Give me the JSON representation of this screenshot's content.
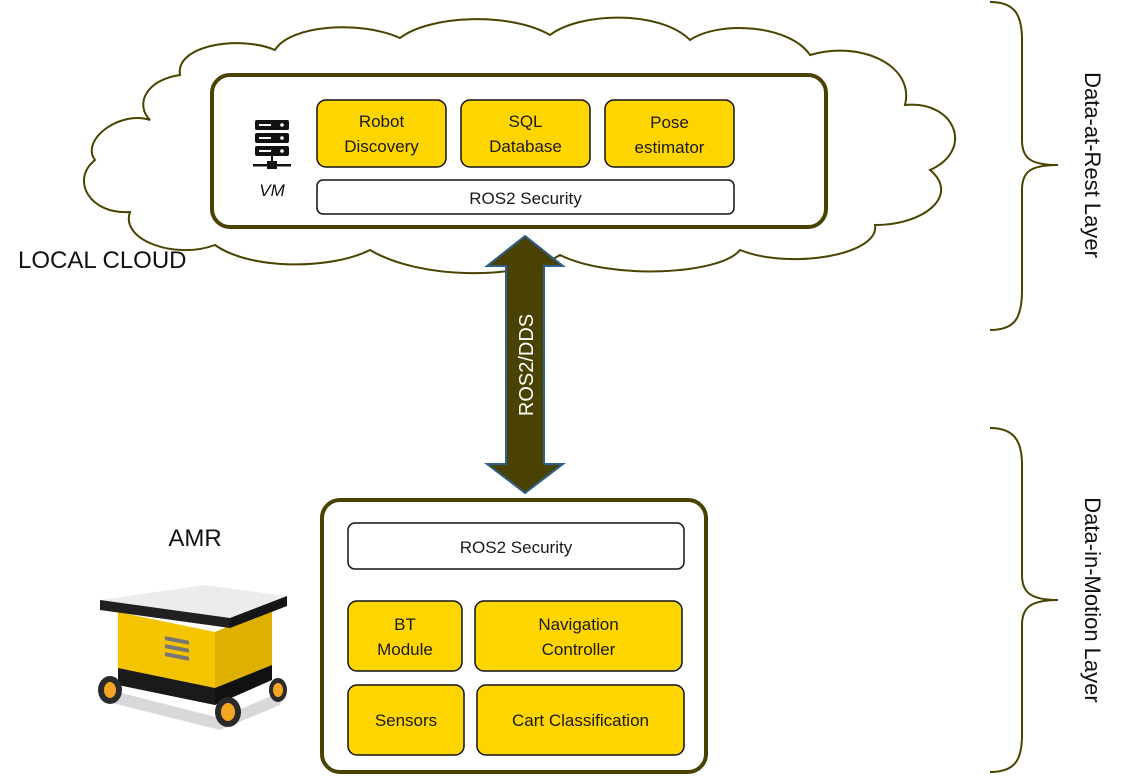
{
  "colors": {
    "outline": "#4a4200",
    "module_fill": "#ffd500",
    "arrow_fill": "#4a4200",
    "arrow_stroke": "#2f5f8a",
    "amr_body": "#f5c400"
  },
  "cloud": {
    "label": "LOCAL CLOUD",
    "vm": {
      "icon": "server-rack-icon",
      "label": "VM"
    },
    "modules": [
      "Robot Discovery",
      "SQL Database",
      "Pose estimator"
    ],
    "module_lines": [
      [
        "Robot",
        "Discovery"
      ],
      [
        "SQL",
        "Database"
      ],
      [
        "Pose",
        "estimator"
      ]
    ],
    "security": "ROS2 Security"
  },
  "link": {
    "label": "ROS2/DDS"
  },
  "amr": {
    "label": "AMR",
    "image": "amr-robot-icon",
    "security": "ROS2 Security",
    "modules": {
      "bt": [
        "BT",
        "Module"
      ],
      "navigation": [
        "Navigation",
        "Controller"
      ],
      "sensors": "Sensors",
      "cart": "Cart Classification"
    }
  },
  "layers": {
    "top": "Data-at-Rest Layer",
    "bottom": "Data-in-Motion Layer"
  }
}
